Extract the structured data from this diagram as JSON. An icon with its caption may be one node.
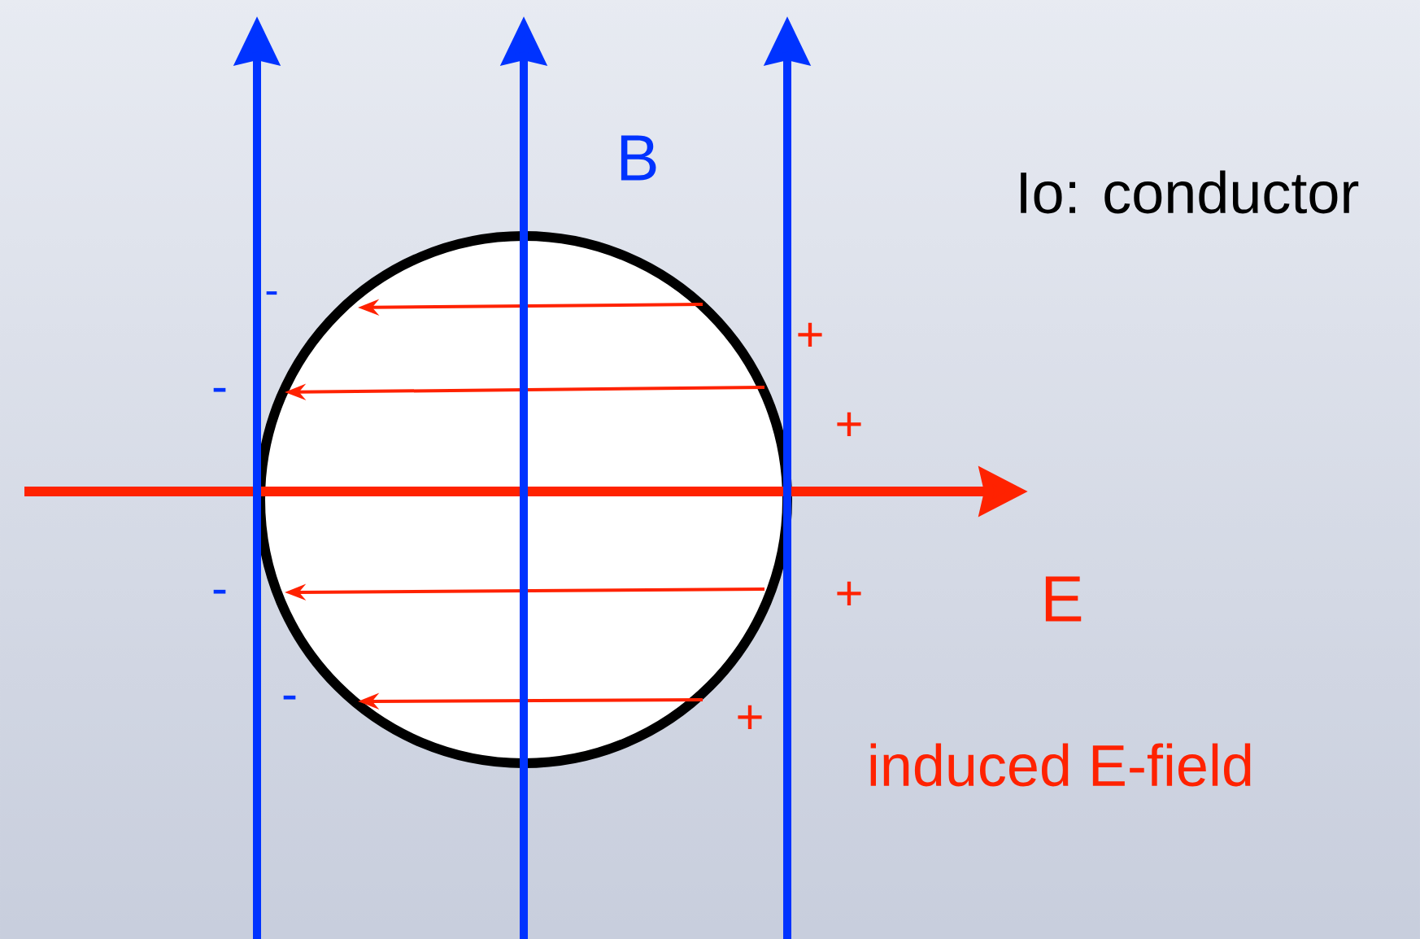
{
  "diagram": {
    "nodes": [
      {
        "text": [],
        "shape": "circle"
      }
    ],
    "labels": [
      "B",
      "Io: conductor",
      "-",
      "+",
      "-",
      "+",
      "-",
      "+",
      "E",
      "-",
      "+",
      "induced E-field"
    ]
  }
}
